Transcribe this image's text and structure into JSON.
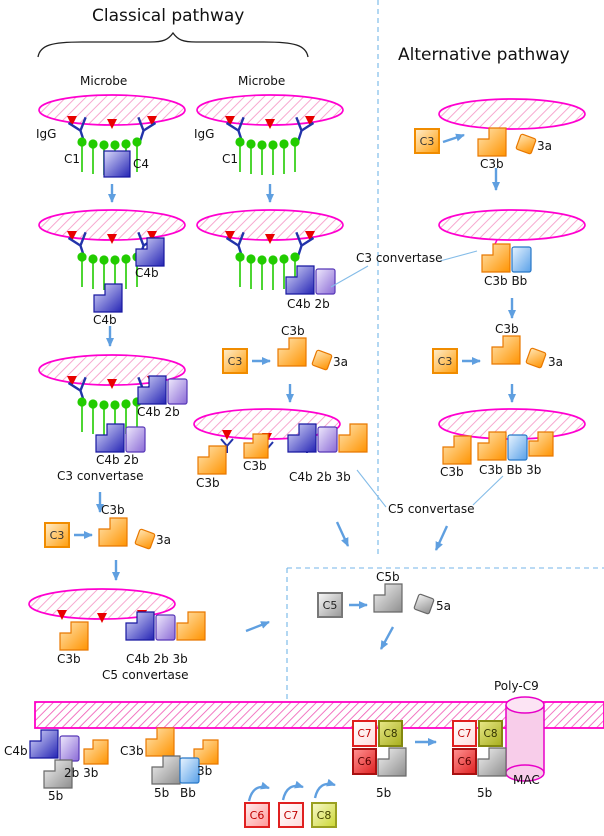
{
  "titles": {
    "classical": "Classical pathway",
    "alternative": "Alternative pathway"
  },
  "terms": {
    "microbe": "Microbe",
    "igg": "IgG",
    "c1": "C1",
    "c4": "C4",
    "c4b": "C4b",
    "c4b2b": "C4b 2b",
    "c4b2b3b": "C4b 2b 3b",
    "c3": "C3",
    "c3b": "C3b",
    "frag3a": "3a",
    "c3conv": "C3 convertase",
    "c5conv": "C5 convertase",
    "c3bBb": "C3b Bb",
    "c3bBb3b": "C3b Bb 3b",
    "c5": "C5",
    "c5b": "C5b",
    "frag5a": "5a",
    "frag2b3b": "2b 3b",
    "frag5b": "5b",
    "frag3b": "3b",
    "bb": "Bb",
    "c6": "C6",
    "c7": "C7",
    "c8": "C8",
    "polyC9": "Poly-C9",
    "mac": "MAC"
  },
  "colors": {
    "microbe_outline": "#ff00d0",
    "membrane_hatch": "#f060b8",
    "antibody_blue": "#2233aa",
    "c1_green": "#22cc00",
    "antigen_red": "#e80000",
    "c4_blue": "#2424b4",
    "fragment_2b_purple": "#8a6ad6",
    "c3_orange": "#ff9300",
    "bb_lightblue": "#58a0e8",
    "c5_gray": "#8e8e8e",
    "c6_red": "#e02424",
    "c8_olive": "#a9b020",
    "arrow_blue": "#5f9fe0",
    "poly_c9_pink": "#f8cdea"
  }
}
